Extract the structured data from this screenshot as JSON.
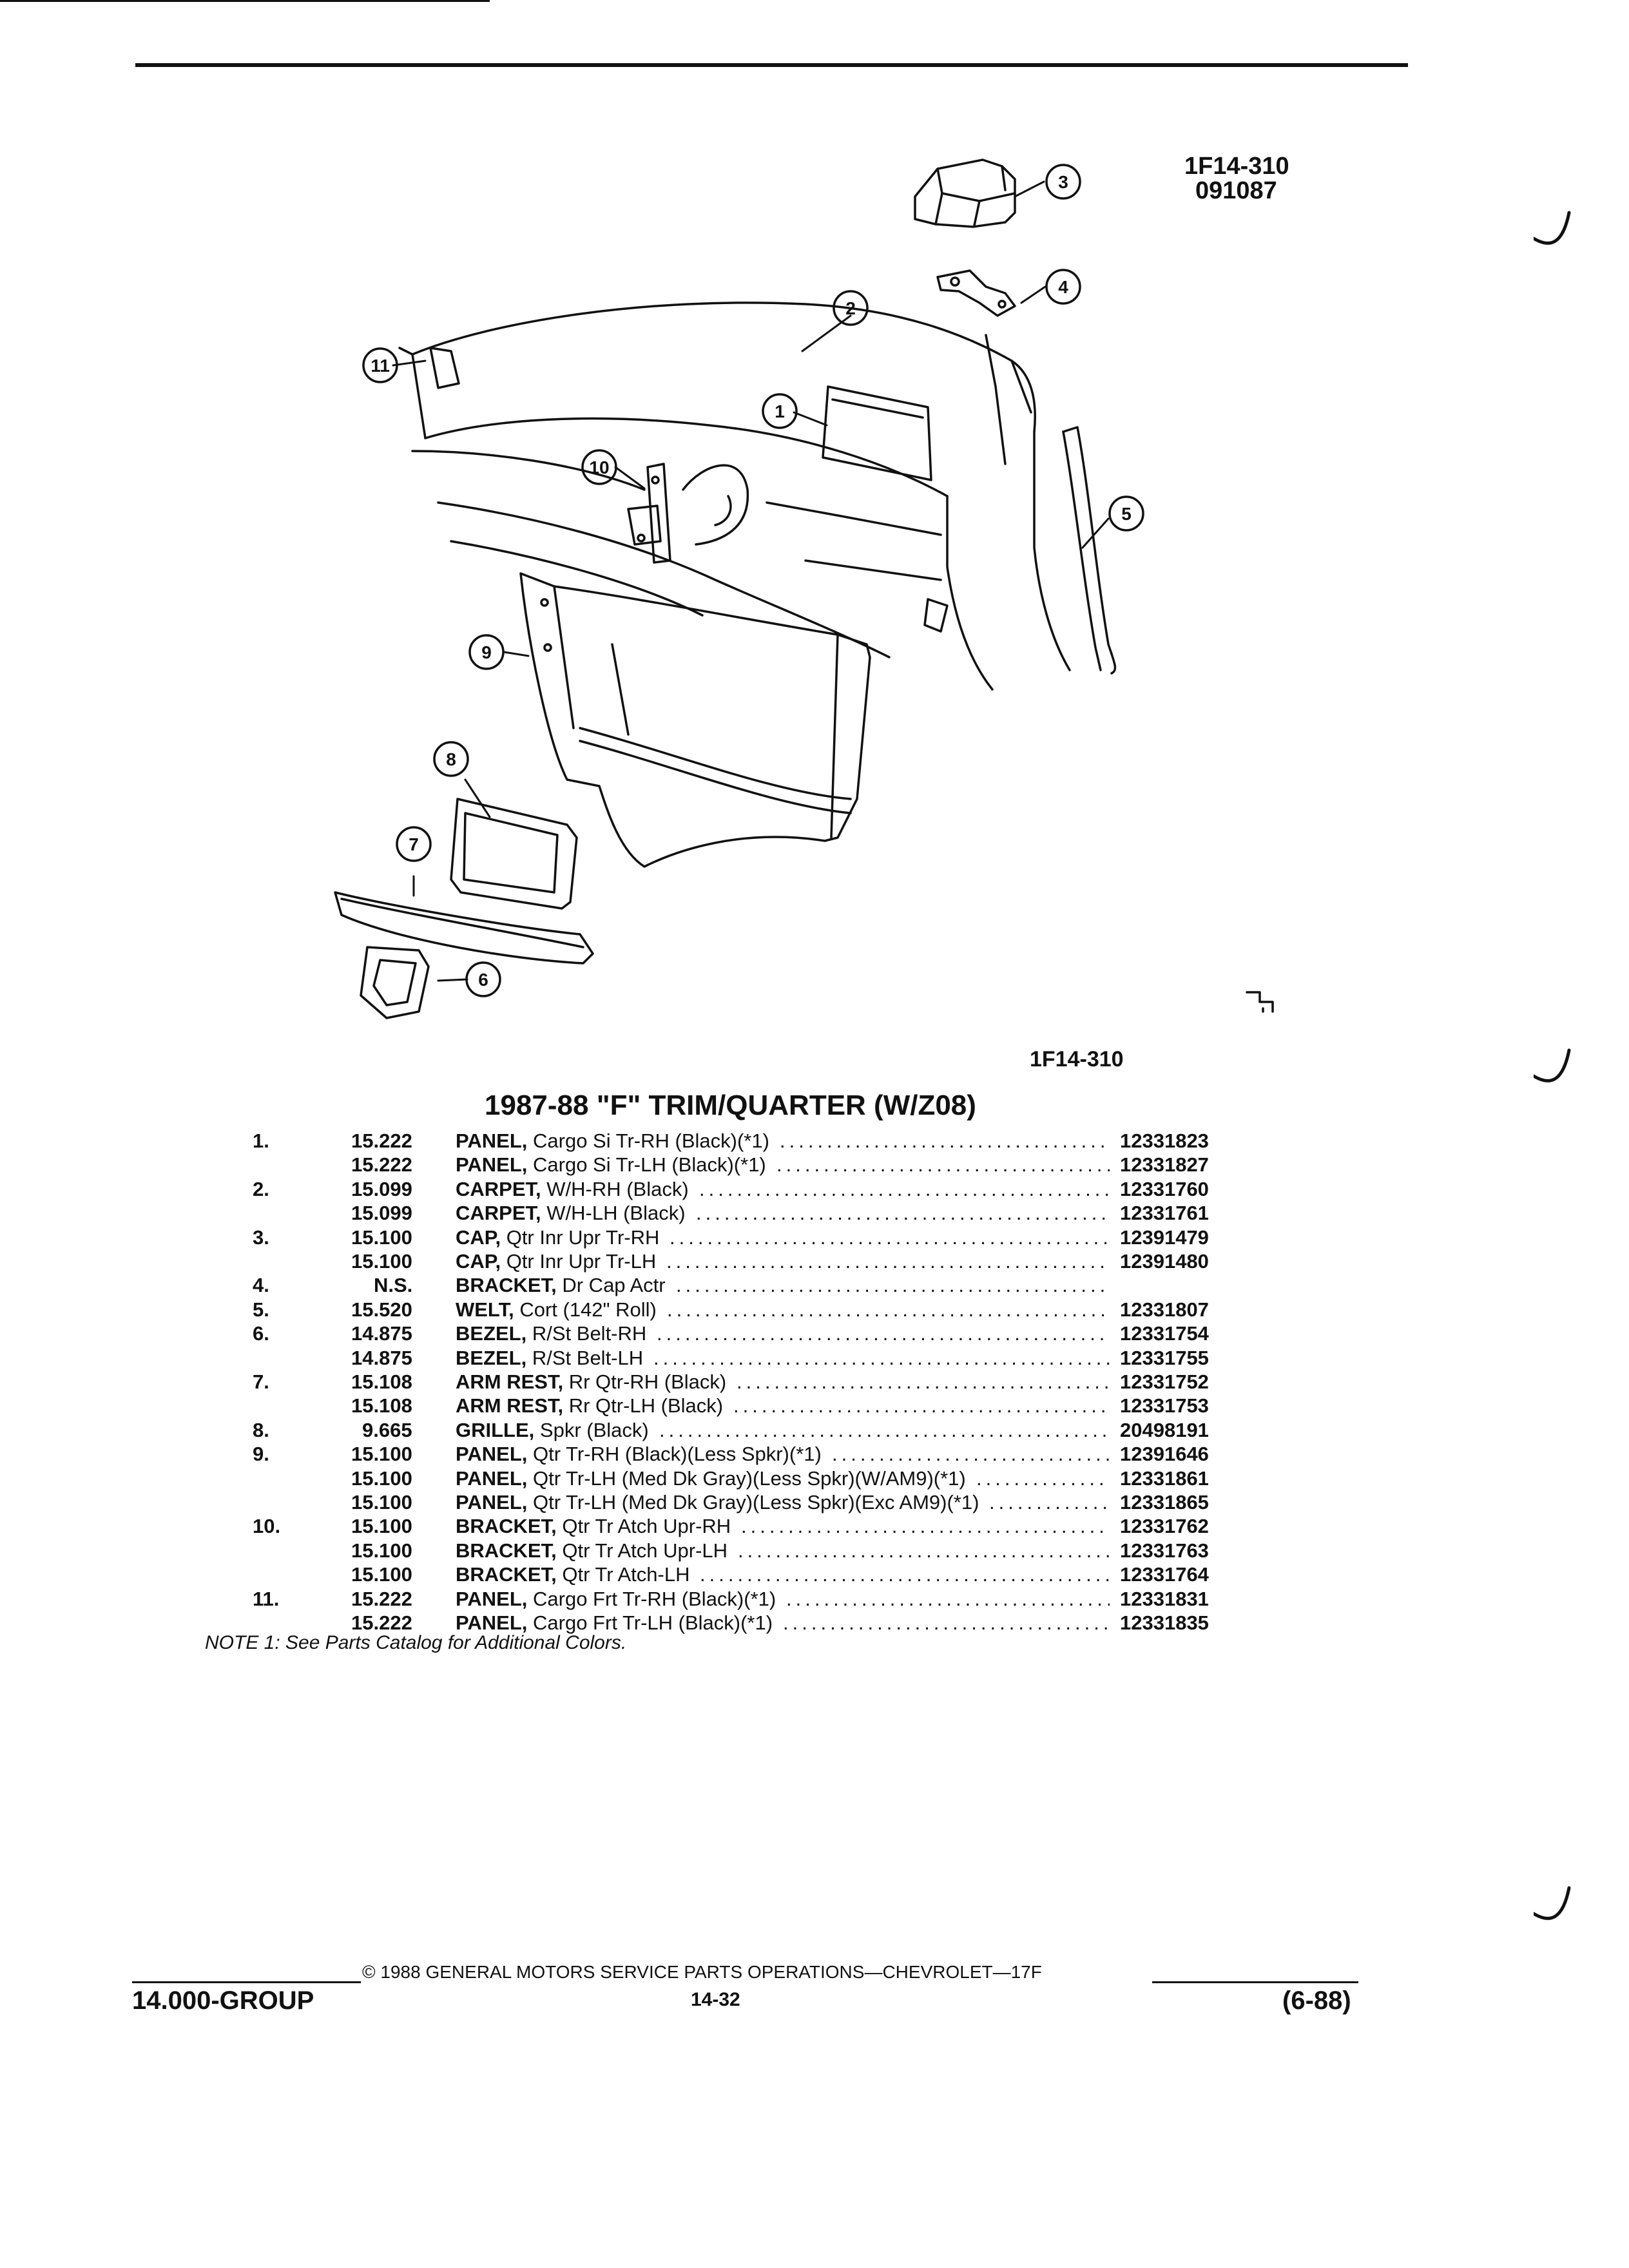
{
  "figure": {
    "code_top": "1F14-310",
    "date_code": "091087",
    "code_bottom": "1F14-310",
    "callouts": [
      "1",
      "2",
      "3",
      "4",
      "5",
      "6",
      "7",
      "8",
      "9",
      "10",
      "11"
    ]
  },
  "title": "1987-88 \"F\" TRIM/QUARTER (W/Z08)",
  "parts": [
    {
      "item": "1.",
      "group": "15.222",
      "name": "PANEL,",
      "desc": "Cargo Si Tr-RH (Black)(*1)",
      "part": "12331823"
    },
    {
      "item": "",
      "group": "15.222",
      "name": "PANEL,",
      "desc": "Cargo Si Tr-LH (Black)(*1)",
      "part": "12331827"
    },
    {
      "item": "2.",
      "group": "15.099",
      "name": "CARPET,",
      "desc": "W/H-RH (Black)",
      "part": "12331760"
    },
    {
      "item": "",
      "group": "15.099",
      "name": "CARPET,",
      "desc": "W/H-LH (Black)",
      "part": "12331761"
    },
    {
      "item": "3.",
      "group": "15.100",
      "name": "CAP,",
      "desc": "Qtr Inr Upr Tr-RH",
      "part": "12391479"
    },
    {
      "item": "",
      "group": "15.100",
      "name": "CAP,",
      "desc": "Qtr Inr Upr Tr-LH",
      "part": "12391480"
    },
    {
      "item": "4.",
      "group": "N.S.",
      "name": "BRACKET,",
      "desc": "Dr Cap Actr",
      "part": ""
    },
    {
      "item": "5.",
      "group": "15.520",
      "name": "WELT,",
      "desc": "Cort (142\" Roll)",
      "part": "12331807"
    },
    {
      "item": "6.",
      "group": "14.875",
      "name": "BEZEL,",
      "desc": "R/St Belt-RH",
      "part": "12331754"
    },
    {
      "item": "",
      "group": "14.875",
      "name": "BEZEL,",
      "desc": "R/St Belt-LH",
      "part": "12331755"
    },
    {
      "item": "7.",
      "group": "15.108",
      "name": "ARM REST,",
      "desc": "Rr Qtr-RH (Black)",
      "part": "12331752"
    },
    {
      "item": "",
      "group": "15.108",
      "name": "ARM REST,",
      "desc": "Rr Qtr-LH (Black)",
      "part": "12331753"
    },
    {
      "item": "8.",
      "group": "9.665",
      "name": "GRILLE,",
      "desc": "Spkr (Black)",
      "part": "20498191"
    },
    {
      "item": "9.",
      "group": "15.100",
      "name": "PANEL,",
      "desc": "Qtr Tr-RH (Black)(Less Spkr)(*1)",
      "part": "12391646"
    },
    {
      "item": "",
      "group": "15.100",
      "name": "PANEL,",
      "desc": "Qtr Tr-LH (Med Dk Gray)(Less Spkr)(W/AM9)(*1)",
      "part": "12331861"
    },
    {
      "item": "",
      "group": "15.100",
      "name": "PANEL,",
      "desc": "Qtr Tr-LH (Med Dk Gray)(Less Spkr)(Exc AM9)(*1)",
      "part": "12331865"
    },
    {
      "item": "10.",
      "group": "15.100",
      "name": "BRACKET,",
      "desc": "Qtr Tr Atch Upr-RH",
      "part": "12331762"
    },
    {
      "item": "",
      "group": "15.100",
      "name": "BRACKET,",
      "desc": "Qtr Tr Atch Upr-LH",
      "part": "12331763"
    },
    {
      "item": "",
      "group": "15.100",
      "name": "BRACKET,",
      "desc": "Qtr Tr Atch-LH",
      "part": "12331764"
    },
    {
      "item": "11.",
      "group": "15.222",
      "name": "PANEL,",
      "desc": "Cargo Frt Tr-RH (Black)(*1)",
      "part": "12331831"
    },
    {
      "item": "",
      "group": "15.222",
      "name": "PANEL,",
      "desc": "Cargo Frt Tr-LH (Black)(*1)",
      "part": "12331835"
    }
  ],
  "note": "NOTE 1: See Parts Catalog for Additional Colors.",
  "footer": {
    "copyright": "© 1988 GENERAL MOTORS SERVICE PARTS OPERATIONS—CHEVROLET—17F",
    "group": "14.000-GROUP",
    "page": "14-32",
    "edition": "(6-88)"
  }
}
